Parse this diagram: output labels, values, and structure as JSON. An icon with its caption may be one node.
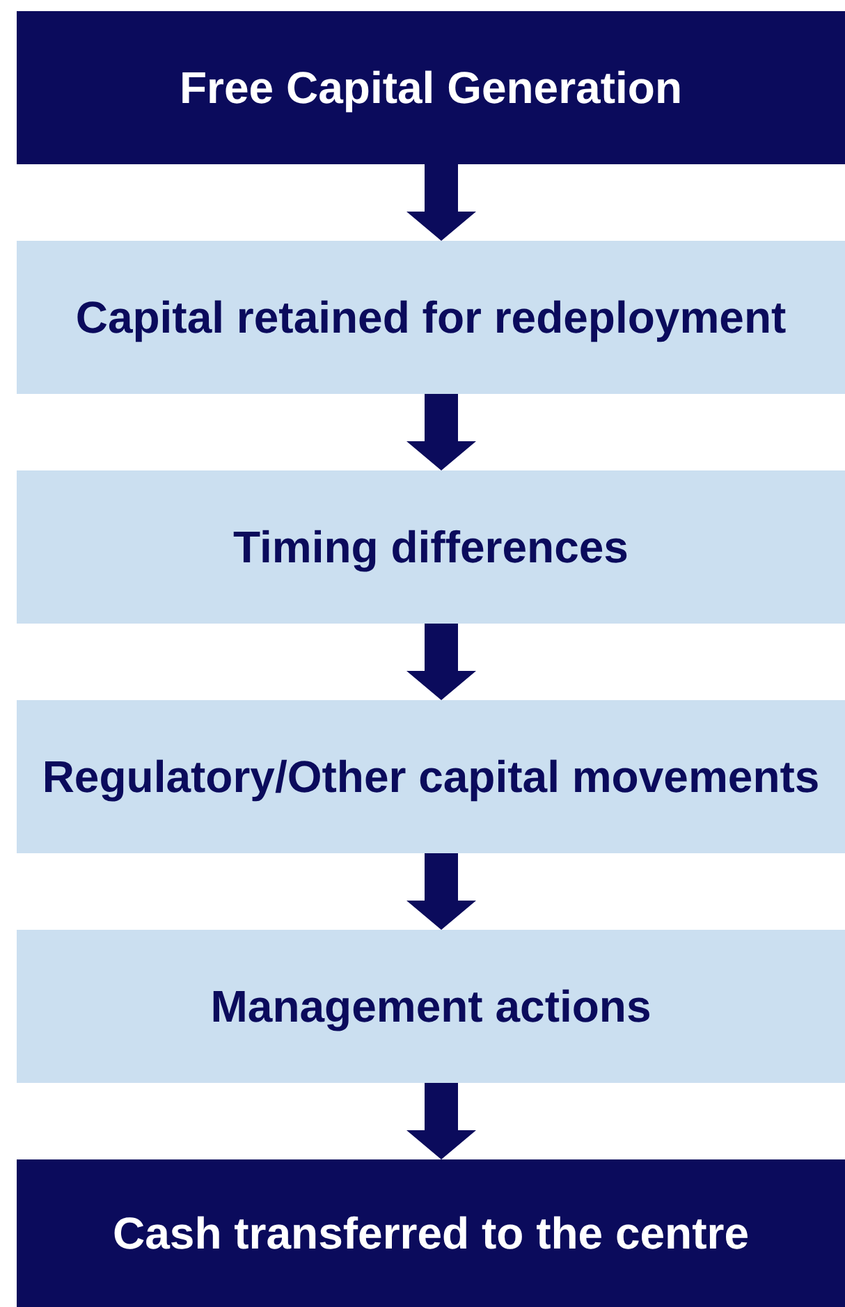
{
  "diagram": {
    "nodes": [
      {
        "text": [
          "Free Capital Generation"
        ]
      },
      {
        "text": [
          "Capital retained for redeployment"
        ]
      },
      {
        "text": [
          "Timing differences"
        ]
      },
      {
        "text": [
          "Regulatory/Other capital movements"
        ]
      },
      {
        "text": [
          "Management actions"
        ]
      },
      {
        "text": [
          "Cash transferred to the centre"
        ]
      }
    ],
    "edges": [
      {
        "from": 0,
        "to": 1,
        "arrow": "to"
      },
      {
        "from": 1,
        "to": 2,
        "arrow": "to"
      },
      {
        "from": 2,
        "to": 3,
        "arrow": "to"
      },
      {
        "from": 3,
        "to": 4,
        "arrow": "to"
      },
      {
        "from": 4,
        "to": 5,
        "arrow": "to"
      }
    ]
  }
}
